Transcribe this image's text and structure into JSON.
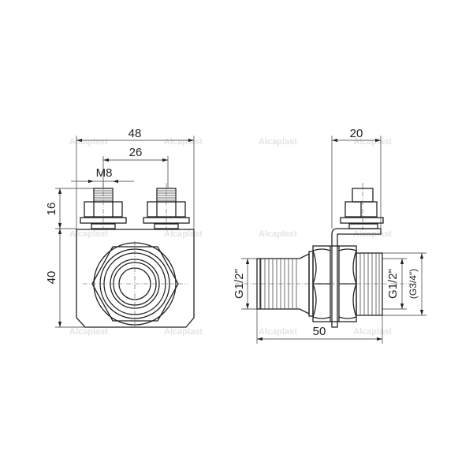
{
  "watermark": "Alcaplast",
  "front_view": {
    "dimensions": {
      "overall_width": "48",
      "bolt_spacing": "26",
      "bolt_thread": "M8",
      "bolt_height": "16",
      "plate_height": "40"
    }
  },
  "side_view": {
    "dimensions": {
      "bracket_offset": "20",
      "inlet_thread": "G1/2\"",
      "outlet_thread": "G1/2\"",
      "outlet_thread_alt": "(G3/4\")",
      "overall_length": "50"
    }
  }
}
